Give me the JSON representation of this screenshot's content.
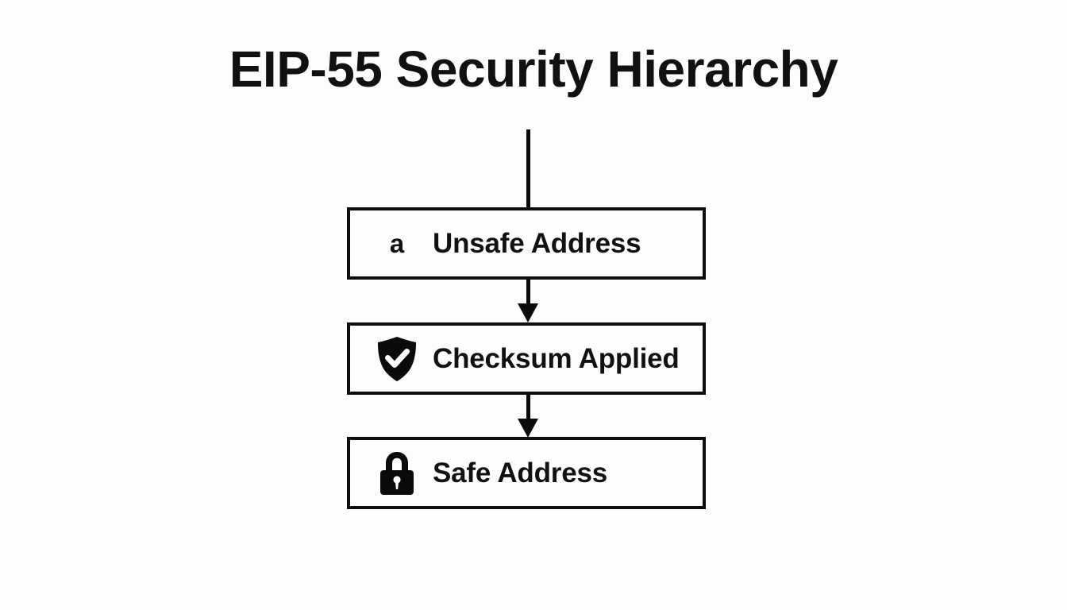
{
  "diagram": {
    "title": "EIP-55 Security Hierarchy",
    "type": "flowchart",
    "orientation": "vertical",
    "background_color": "#fdfdfd",
    "stroke_color": "#0d0d0d",
    "text_color": "#111111",
    "nodes": [
      {
        "id": "unsafe-address",
        "label": "Unsafe Address",
        "icon": "letter-a-icon",
        "icon_glyph": "a"
      },
      {
        "id": "checksum-applied",
        "label": "Checksum Applied",
        "icon": "shield-check-icon",
        "icon_glyph": ""
      },
      {
        "id": "safe-address",
        "label": "Safe Address",
        "icon": "lock-closed-icon",
        "icon_glyph": ""
      }
    ],
    "connectors": [
      {
        "id": "title-to-box1",
        "from": "title",
        "to": "unsafe-address",
        "style": "line",
        "arrowhead": false
      },
      {
        "id": "box1-to-box2",
        "from": "unsafe-address",
        "to": "checksum-applied",
        "style": "arrow",
        "arrowhead": true
      },
      {
        "id": "box2-to-box3",
        "from": "checksum-applied",
        "to": "safe-address",
        "style": "arrow",
        "arrowhead": true
      }
    ]
  }
}
